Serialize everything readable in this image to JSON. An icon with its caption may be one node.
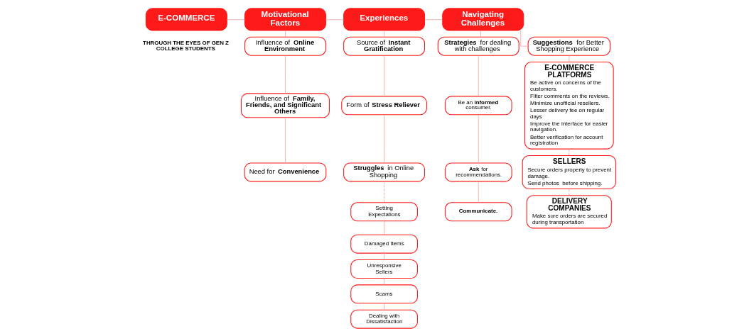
{
  "diagram": {
    "nodes": [
      {
        "text": [
          "E-COMMERCE"
        ],
        "beside": [
          "THROUGH THE EYES OF GEN Z COLLEGE STUDENTS"
        ]
      },
      {
        "text": [
          "Motivational Factors"
        ]
      },
      {
        "text": [
          "Experiences"
        ]
      },
      {
        "text": [
          "Navigating Challenges"
        ]
      },
      {
        "text": [
          "Influence of **Online Environment**"
        ]
      },
      {
        "text": [
          "Influence of **Family, Friends, and Significant Others**"
        ]
      },
      {
        "text": [
          "Need for **Convenience**"
        ]
      },
      {
        "text": [
          "Source of **Instant Gratification**"
        ]
      },
      {
        "text": [
          "Form of **Stress Reliever**"
        ]
      },
      {
        "text": [
          "**Struggles** in Online Shopping"
        ]
      },
      {
        "text": [
          "Setting Expectations"
        ]
      },
      {
        "text": [
          "Damaged Items"
        ]
      },
      {
        "text": [
          "Unresponsive Sellers"
        ]
      },
      {
        "text": [
          "Scams"
        ]
      },
      {
        "text": [
          "Dealing with Dissatisfaction"
        ]
      },
      {
        "text": [
          "**Strategies** for dealing with challenges"
        ]
      },
      {
        "text": [
          "Be an **informed** consumer."
        ]
      },
      {
        "text": [
          "**Ask** for recommendations."
        ]
      },
      {
        "text": [
          "**Communicate.**"
        ]
      },
      {
        "text": [
          "**Suggestions** for Better Shopping Experience"
        ]
      },
      {
        "text": [
          "E-COMMERCE PLATFORMS",
          "Be active on concerns of the customers.",
          "Filter comments on the reviews.",
          "Minimize unofficial resellers.",
          "Lesser delivery fee on regular days",
          "Improve the interface for easier navigation.",
          "Better verification for account registration"
        ]
      },
      {
        "text": [
          "SELLERS",
          "Secure orders properly to prevent damage.",
          "Send photos  before shipping."
        ]
      },
      {
        "text": [
          "DELIVERY COMPANIES",
          "Make sure orders are secured during transportation"
        ]
      }
    ],
    "edges": [
      {
        "from": 0,
        "to": 1,
        "arrow": "none"
      },
      {
        "from": 1,
        "to": 2,
        "arrow": "none"
      },
      {
        "from": 2,
        "to": 3,
        "arrow": "none"
      },
      {
        "from": 1,
        "to": 4,
        "arrow": "none"
      },
      {
        "from": 4,
        "to": 5,
        "arrow": "none"
      },
      {
        "from": 5,
        "to": 6,
        "arrow": "none"
      },
      {
        "from": 2,
        "to": 7,
        "arrow": "none"
      },
      {
        "from": 7,
        "to": 8,
        "arrow": "none"
      },
      {
        "from": 8,
        "to": 9,
        "arrow": "none"
      },
      {
        "from": 9,
        "to": 10,
        "arrow": "none",
        "style": "dashed"
      },
      {
        "from": 10,
        "to": 11,
        "arrow": "none"
      },
      {
        "from": 11,
        "to": 12,
        "arrow": "none"
      },
      {
        "from": 12,
        "to": 13,
        "arrow": "none"
      },
      {
        "from": 13,
        "to": 14,
        "arrow": "none"
      },
      {
        "from": 3,
        "to": 15,
        "arrow": "none"
      },
      {
        "from": 3,
        "to": 19,
        "arrow": "none"
      },
      {
        "from": 15,
        "to": 16,
        "arrow": "none"
      },
      {
        "from": 16,
        "to": 17,
        "arrow": "none"
      },
      {
        "from": 17,
        "to": 18,
        "arrow": "none"
      },
      {
        "from": 19,
        "to": 20,
        "arrow": "none"
      },
      {
        "from": 20,
        "to": 21,
        "arrow": "none",
        "style": "dashed"
      },
      {
        "from": 21,
        "to": 22,
        "arrow": "none",
        "style": "dashed"
      }
    ]
  }
}
